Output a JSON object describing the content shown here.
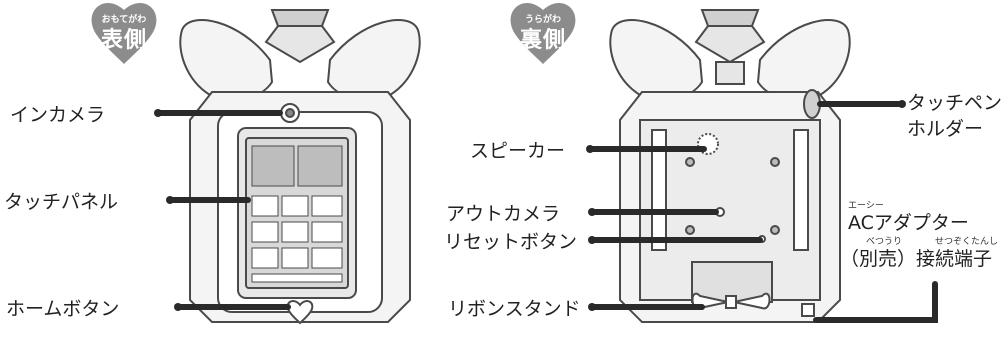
{
  "front": {
    "badge_ruby": "おもてがわ",
    "badge_text": "表側",
    "labels": {
      "in_camera": "インカメラ",
      "touch_panel": "タッチパネル",
      "home_button": "ホームボタン"
    }
  },
  "back": {
    "badge_ruby": "うらがわ",
    "badge_text": "裏側",
    "labels": {
      "speaker": "スピーカー",
      "out_camera": "アウトカメラ",
      "reset_button": "リセットボタン",
      "ribbon_stand": "リボンスタンド",
      "pen_holder_line1": "タッチペン",
      "pen_holder_line2": "ホルダー",
      "ac_ruby": "エーシー",
      "ac_line1": "ACアダプター",
      "ac_ruby2": "べつうり",
      "ac_ruby3": "せつぞくたんし",
      "ac_line2": "（別売）接続端子"
    }
  },
  "colors": {
    "badge": "#8c8c8c",
    "line": "#2a2a2a",
    "device_outline": "#4a4a4a",
    "device_fill": "#f2f2f2",
    "screen_fill": "#d8d8d8"
  }
}
